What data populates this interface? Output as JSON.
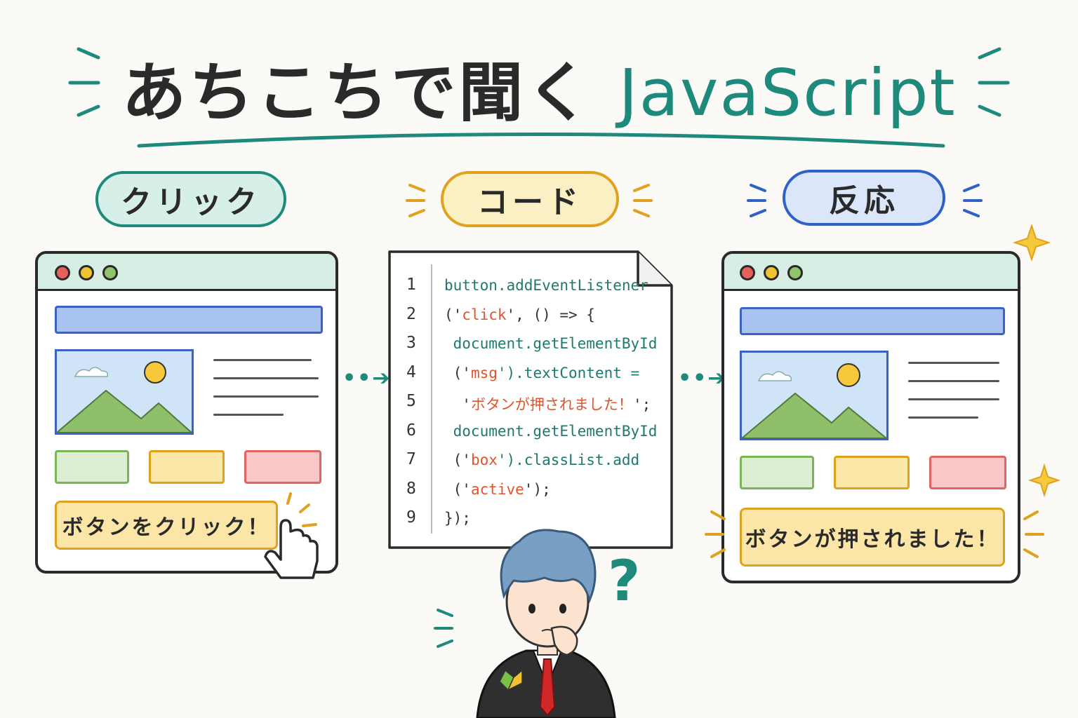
{
  "title": {
    "main": "あちこちで聞く",
    "accent": "JavaScript"
  },
  "steps": [
    {
      "label": "クリック"
    },
    {
      "label": "コード"
    },
    {
      "label": "反応"
    }
  ],
  "left_browser": {
    "button_label": "ボタンをクリック！"
  },
  "right_browser": {
    "message_label": "ボタンが押されました！"
  },
  "code": {
    "line_numbers": [
      "1",
      "2",
      "3",
      "4",
      "5",
      "6",
      "7",
      "8",
      "9"
    ],
    "lines": [
      [
        {
          "t": "button.addEventListener",
          "c": "green"
        }
      ],
      [
        {
          "t": "('",
          "c": "dark"
        },
        {
          "t": "click",
          "c": "red"
        },
        {
          "t": "', () => {",
          "c": "dark"
        }
      ],
      [
        {
          "t": " document.getElementById",
          "c": "green"
        }
      ],
      [
        {
          "t": " ('",
          "c": "dark"
        },
        {
          "t": "msg",
          "c": "red"
        },
        {
          "t": "').textContent =",
          "c": "green"
        }
      ],
      [
        {
          "t": "  '",
          "c": "dark"
        },
        {
          "t": "ボタンが押されました！",
          "c": "red"
        },
        {
          "t": "';",
          "c": "dark"
        }
      ],
      [
        {
          "t": " document.getElementById",
          "c": "green"
        }
      ],
      [
        {
          "t": " ('",
          "c": "dark"
        },
        {
          "t": "box",
          "c": "red"
        },
        {
          "t": "').classList.add",
          "c": "green"
        }
      ],
      [
        {
          "t": " ('",
          "c": "dark"
        },
        {
          "t": "active",
          "c": "red"
        },
        {
          "t": "');",
          "c": "dark"
        }
      ],
      [
        {
          "t": "});",
          "c": "dark"
        }
      ]
    ]
  },
  "question_mark": "?",
  "colors": {
    "teal": "#1e8a7c",
    "yellow": "#e0a21e",
    "blue": "#2f62c8",
    "red": "#e0542c"
  }
}
